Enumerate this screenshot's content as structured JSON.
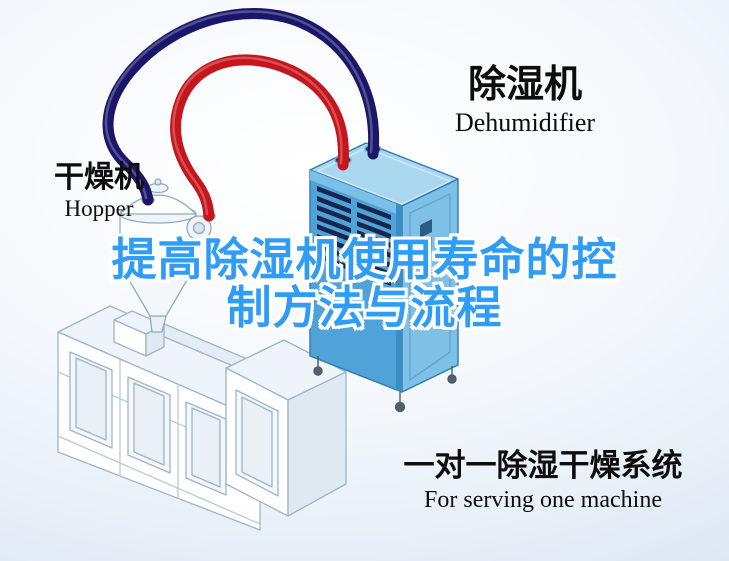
{
  "title": {
    "line1": "提高除湿机使用寿命的控",
    "line2": "制方法与流程"
  },
  "labels": {
    "dehumidifier_cn": "除湿机",
    "dehumidifier_en": "Dehumidifier",
    "hopper_cn": "干燥机",
    "hopper_en": "Hopper",
    "system_cn": "一对一除湿干燥系统",
    "system_en": "For serving one machine"
  },
  "colors": {
    "title_blue": "#2f9cf5",
    "pipe_red": "#c4161c",
    "pipe_navy": "#1c166b",
    "dehumidifier_front": "#4fa3d8",
    "dehumidifier_side": "#7fc1e6",
    "dehumidifier_top": "#a9d7f0",
    "vent_slat": "#17264d",
    "machine_line": "#9fb4c6"
  }
}
